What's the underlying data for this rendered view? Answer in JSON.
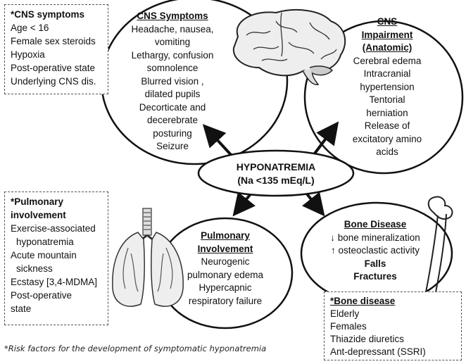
{
  "center": {
    "title": "HYPONATREMIA",
    "subtitle": "(Na <135 mEq/L)"
  },
  "cns_symptoms": {
    "heading": "CNS Symptoms",
    "items": [
      "Headache, nausea,",
      "vomiting",
      "Lethargy, confusion",
      "somnolence",
      "Blurred vision ,",
      "dilated pupils",
      "Decorticate and",
      "decerebrate",
      "posturing",
      "Seizure"
    ]
  },
  "cns_impairment": {
    "heading_line1": "CNS",
    "heading_line2": "Impairment",
    "heading_line3": "(Anatomic)",
    "items": [
      "Cerebral edema",
      "Intracranial",
      "hypertension",
      "Tentorial",
      "herniation",
      "Release of",
      "excitatory amino",
      "acids"
    ]
  },
  "pulmonary_involvement": {
    "heading_line1": "Pulmonary",
    "heading_line2": "Involvement",
    "items": [
      "Neurogenic",
      "pulmonary edema",
      "Hypercapnic",
      "respiratory failure"
    ]
  },
  "bone_disease": {
    "heading": "Bone Disease",
    "items": [
      "↓ bone mineralization",
      "↑ osteoclastic activity"
    ],
    "bold_items": [
      "Falls",
      "Fractures"
    ]
  },
  "risk_cns": {
    "title": "*CNS symptoms",
    "items": [
      "Age < 16",
      "Female sex steroids",
      "Hypoxia",
      "Post-operative state",
      "Underlying CNS dis."
    ]
  },
  "risk_pulmonary": {
    "title_line1": "*Pulmonary",
    "title_line2": "involvement",
    "items": [
      "Exercise-associated",
      "hyponatremia",
      "Acute mountain",
      "sickness",
      "Ecstasy [3,4-MDMA]",
      "Post-operative",
      "state"
    ]
  },
  "risk_bone": {
    "title": "*Bone disease",
    "items": [
      "Elderly",
      "Females",
      "Thiazide diuretics",
      "Ant-depressant (SSRI)"
    ]
  },
  "footnote": "*Risk factors for the development of symptomatic hyponatremia",
  "icons": [
    "brain-icon",
    "lungs-icon",
    "femur-bone-icon"
  ]
}
